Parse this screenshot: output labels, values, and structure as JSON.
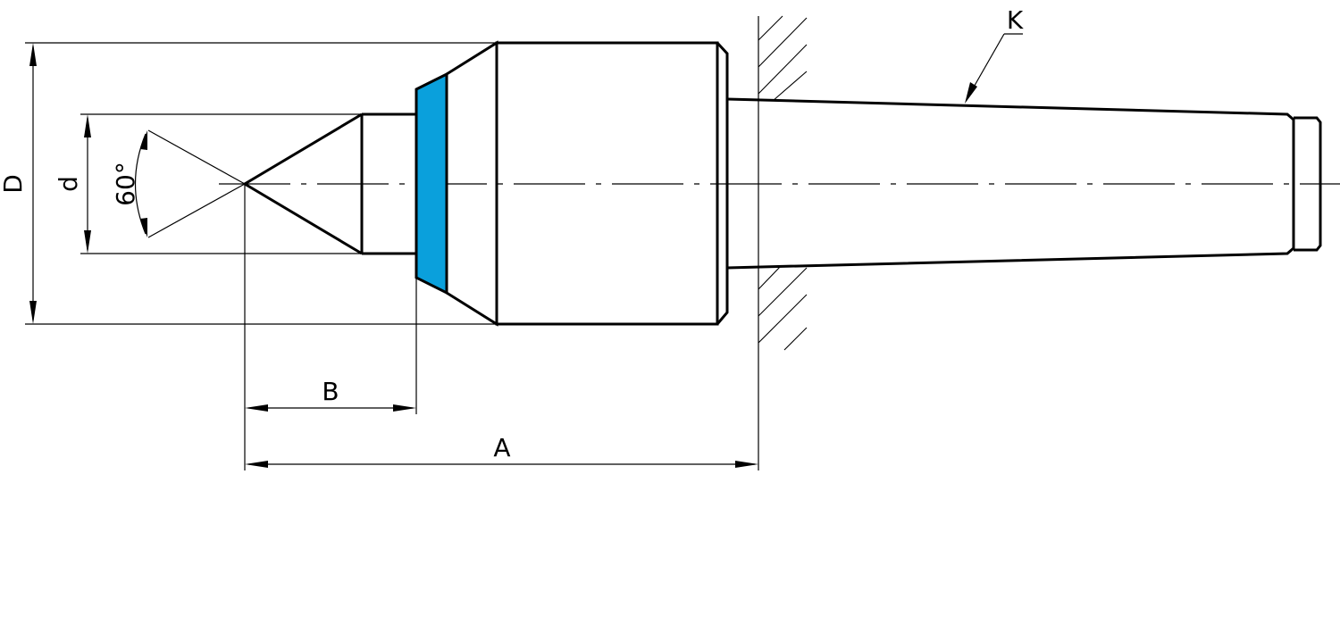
{
  "labels": {
    "D": "D",
    "d": "d",
    "angle": "60°",
    "B": "B",
    "A": "A",
    "K": "K"
  },
  "colors": {
    "bearing_ring": "#0aa0dc",
    "line": "#000000",
    "background": "#ffffff"
  }
}
